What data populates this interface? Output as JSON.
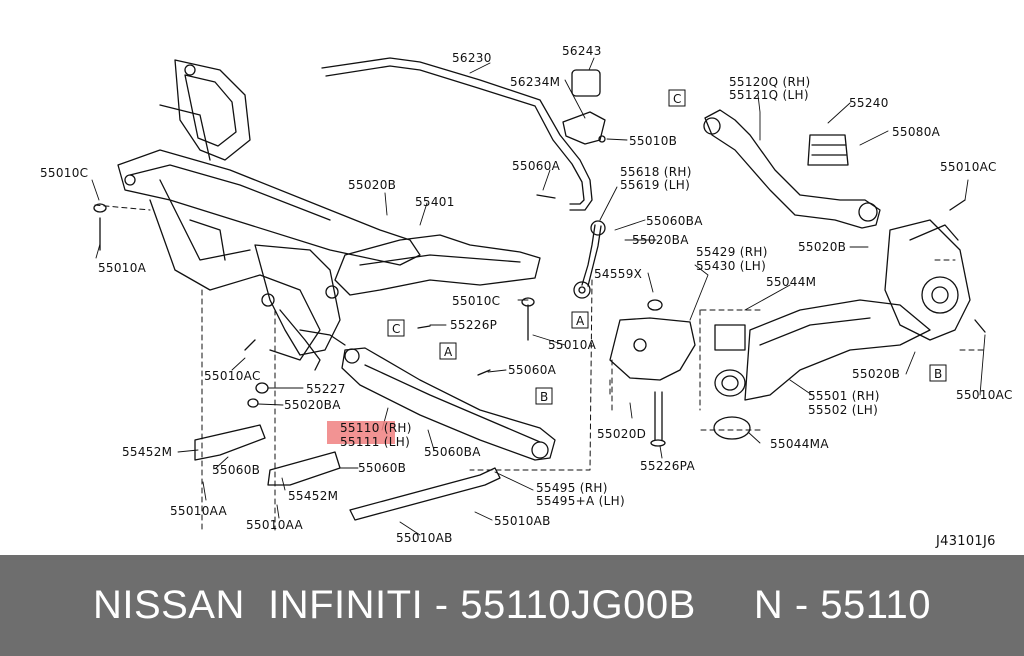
{
  "diagram_code": "J43101J6",
  "highlight_color": "#f08080",
  "labels": {
    "p56230": "56230",
    "p56243": "56243",
    "p56234M": "56234M",
    "p55010B": "55010B",
    "p55060A_top": "55060A",
    "p55618": "55618 (RH)",
    "p55619": "55619 (LH)",
    "p55060BA": "55060BA",
    "p55020BA_mid": "55020BA",
    "p54559X": "54559X",
    "p55010C_left": "55010C",
    "p55010A_left": "55010A",
    "p55020B_left": "55020B",
    "p55401": "55401",
    "p55010C_mid": "55010C",
    "p55226P": "55226P",
    "p55010A_mid": "55010A",
    "p55010AC_left": "55010AC",
    "p55227": "55227",
    "p55020BA_left": "55020BA",
    "p55060A_mid": "55060A",
    "p55110": "55110 (RH)",
    "p55111": "55111 (LH)",
    "p55060BA_low": "55060BA",
    "p55452M_1": "55452M",
    "p55060B_1": "55060B",
    "p55452M_2": "55452M",
    "p55060B_2": "55060B",
    "p55010AA_1": "55010AA",
    "p55010AA_2": "55010AA",
    "p55010AB_low": "55010AB",
    "p55495": "55495 (RH)",
    "p55495A": "55495+A (LH)",
    "p55010AB": "55010AB",
    "p55120Q": "55120Q (RH)",
    "p55121Q": "55121Q (LH)",
    "p55240": "55240",
    "p55080A": "55080A",
    "p55010AC_right": "55010AC",
    "p55020B_right1": "55020B",
    "p55429": "55429 (RH)",
    "p55430": "55430 (LH)",
    "p55044M": "55044M",
    "p55020D": "55020D",
    "p55226PA": "55226PA",
    "p55501": "55501 (RH)",
    "p55502": "55502 (LH)",
    "p55020B_right2": "55020B",
    "p55010AC_far": "55010AC",
    "p55044MA": "55044MA"
  },
  "callouts": {
    "a1": "A",
    "a2": "A",
    "b1": "B",
    "b2": "B",
    "c1": "C",
    "c2": "C"
  },
  "footer": {
    "text": "NISSAN  INFINITI - 55110JG00B     N - 55110"
  }
}
